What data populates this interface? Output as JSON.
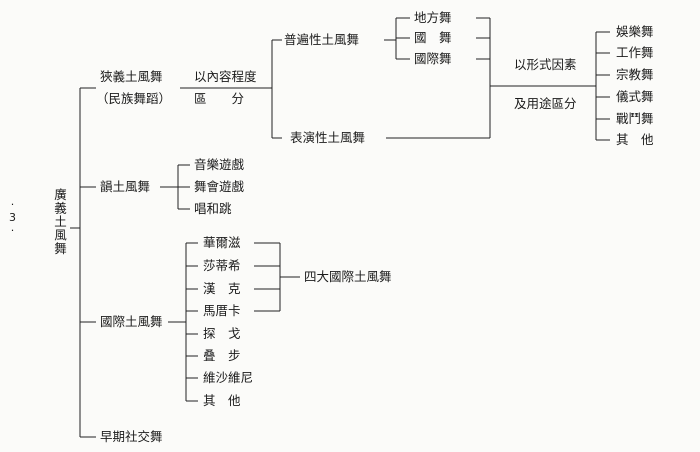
{
  "page_marker": "·3·",
  "root": "廣義土風舞",
  "branches": {
    "narrow": {
      "label": "狹義土風舞",
      "sub": "（民族舞蹈）",
      "criterion_top": "以內容程度",
      "criterion_bottom": "區　　分",
      "by_content": {
        "common": {
          "label": "普遍性土風舞",
          "items": [
            "地方舞",
            "國　舞",
            "國際舞"
          ]
        },
        "performance": "表演性土風舞"
      },
      "criterion2_top": "以形式因素",
      "criterion2_bottom": "及用途區分",
      "by_form": [
        "娛樂舞",
        "工作舞",
        "宗教舞",
        "儀式舞",
        "戰鬥舞",
        "其　他"
      ]
    },
    "dance_games": {
      "label": "韻土風舞",
      "items": [
        "音樂遊戲",
        "舞會遊戲",
        "唱和跳"
      ]
    },
    "international": {
      "label": "國際土風舞",
      "items": [
        "華爾滋",
        "莎蒂希",
        "漢　克",
        "馬厝卡",
        "探　戈",
        "叠　步",
        "維沙維尼",
        "其　他"
      ],
      "grouped_label": "四大國際土風舞"
    },
    "early_social": "早期社交舞"
  }
}
